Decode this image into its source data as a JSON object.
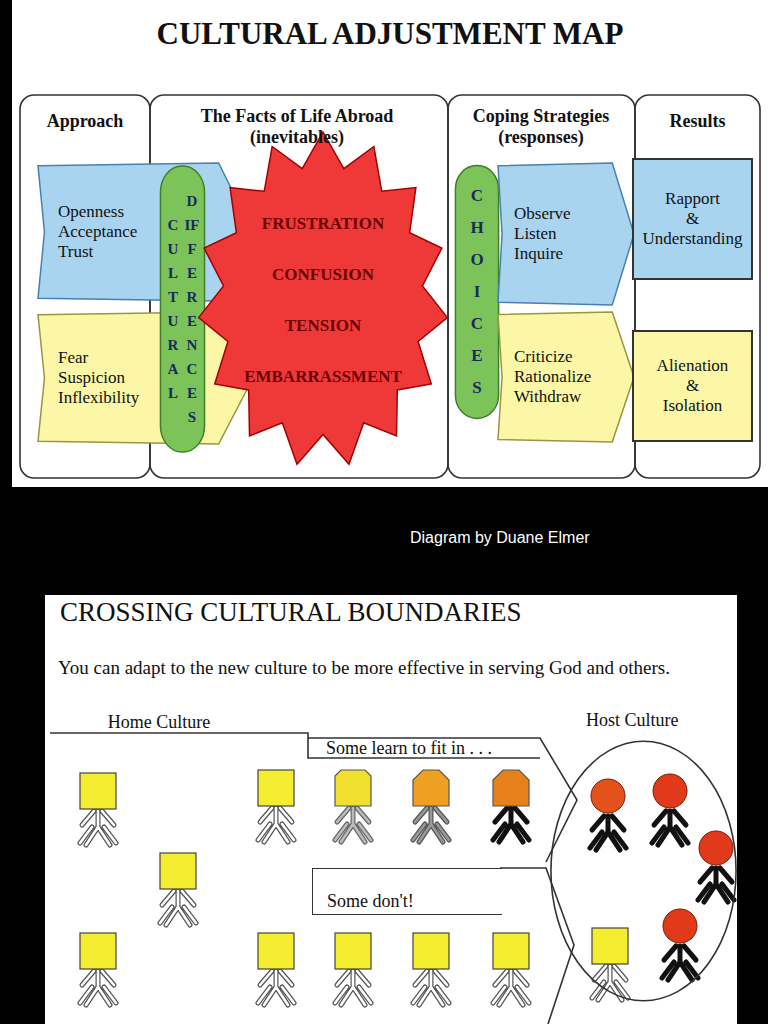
{
  "diagram": {
    "title": "CULTURAL ADJUSTMENT MAP",
    "caption": "Diagram by Duane Elmer",
    "nodes": [
      {
        "text": [
          "Openness Acceptance Trust"
        ]
      },
      {
        "text": [
          "Fear Suspicion Inflexibility"
        ]
      },
      {
        "text": [
          "CULTURAL",
          "DIFFERENCES"
        ]
      },
      {
        "text": [
          "FRUSTRATION",
          "CONFUSION",
          "TENSION",
          "EMBARRASSMENT"
        ]
      },
      {
        "text": [
          "CHOICES"
        ]
      },
      {
        "text": [
          "Observe Listen Inquire"
        ]
      },
      {
        "text": [
          "Criticize Rationalize Withdraw"
        ]
      },
      {
        "text": [
          "Rapport & Understanding"
        ]
      },
      {
        "text": [
          "Alienation & Isolation"
        ]
      },
      {
        "text": [
          "Home Culture"
        ]
      },
      {
        "text": [
          "Some learn to fit in . . ."
        ]
      },
      {
        "text": [
          "Some don't!"
        ]
      },
      {
        "text": [
          "Host Culture"
        ]
      }
    ],
    "labels": [
      "Approach",
      "The Facts of Life Abroad (inevitables)",
      "Coping Strategies (responses)",
      "Results",
      "CROSSING CULTURAL BOUNDARIES",
      "You can adapt to the new culture to be more effective in serving God and others."
    ]
  }
}
